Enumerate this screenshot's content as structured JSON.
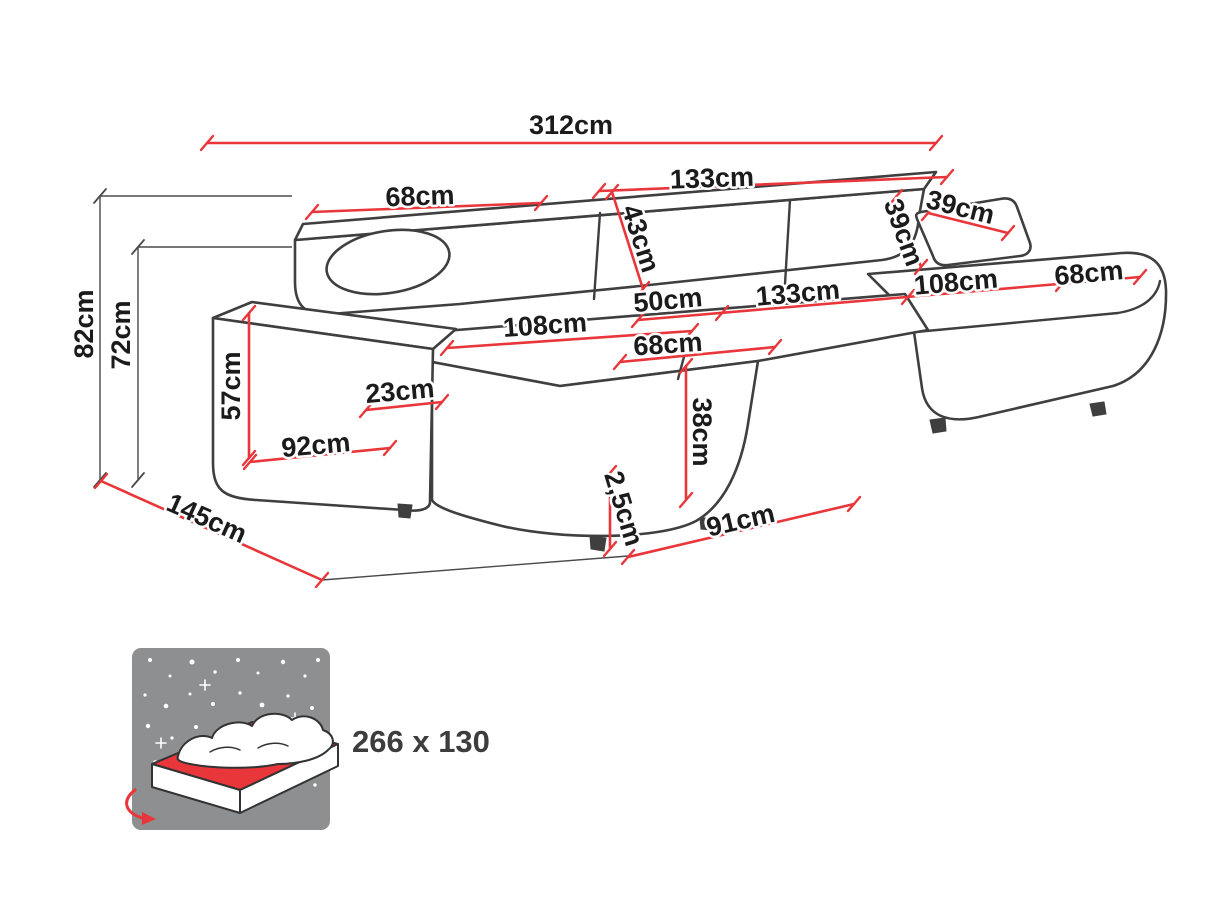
{
  "diagram": {
    "type": "corner-sofa-dimension-diagram",
    "colors": {
      "dimension_red": "#e8363a",
      "outline_gray": "#3f3f3f",
      "label_black": "#1b1b1b",
      "star_panel_gray": "#8e8f90",
      "mattress_red": "#e8363a"
    },
    "dimensions": {
      "total_width": "312cm",
      "back_section_width": "133cm",
      "back_left_width": "68cm",
      "backrest_height": "43cm",
      "headrest_depth": "39cm",
      "headrest_width": "39cm",
      "seat_depth_mid": "50cm",
      "seat_width_mid": "133cm",
      "chaise_length_right": "108cm",
      "chaise_width_right": "68cm",
      "chaise_length_left": "108cm",
      "seat_front_width": "68cm",
      "armrest_front_length": "92cm",
      "armrest_width": "23cm",
      "armrest_height": "57cm",
      "total_height": "82cm",
      "armrest_total_height": "72cm",
      "total_depth": "145cm",
      "seat_height": "38cm",
      "leg_height": "2,5cm",
      "front_depth": "91cm"
    },
    "sleeping_area": {
      "label": "266 x 130"
    }
  }
}
